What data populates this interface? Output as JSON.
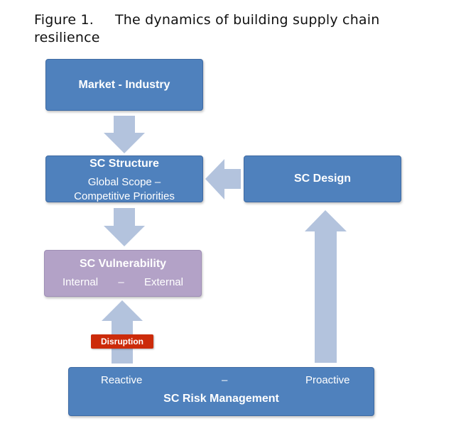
{
  "caption": {
    "number": "Figure 1.",
    "title": "The dynamics of building supply chain resilience"
  },
  "colors": {
    "box_blue": "#4f81bd",
    "box_purple": "#b3a2c7",
    "arrow": "#b3c3dd",
    "badge": "#cc2b0a"
  },
  "boxes": {
    "market": {
      "title": "Market - Industry"
    },
    "structure": {
      "title": "SC Structure",
      "line1": "Global Scope –",
      "line2": "Competitive Priorities"
    },
    "design": {
      "title": "SC Design"
    },
    "vulnerability": {
      "title": "SC Vulnerability",
      "left": "Internal",
      "dash": "–",
      "right": "External"
    },
    "risk": {
      "title": "SC Risk Management",
      "left": "Reactive",
      "dash": "–",
      "right": "Proactive"
    }
  },
  "badge": {
    "label": "Disruption"
  }
}
